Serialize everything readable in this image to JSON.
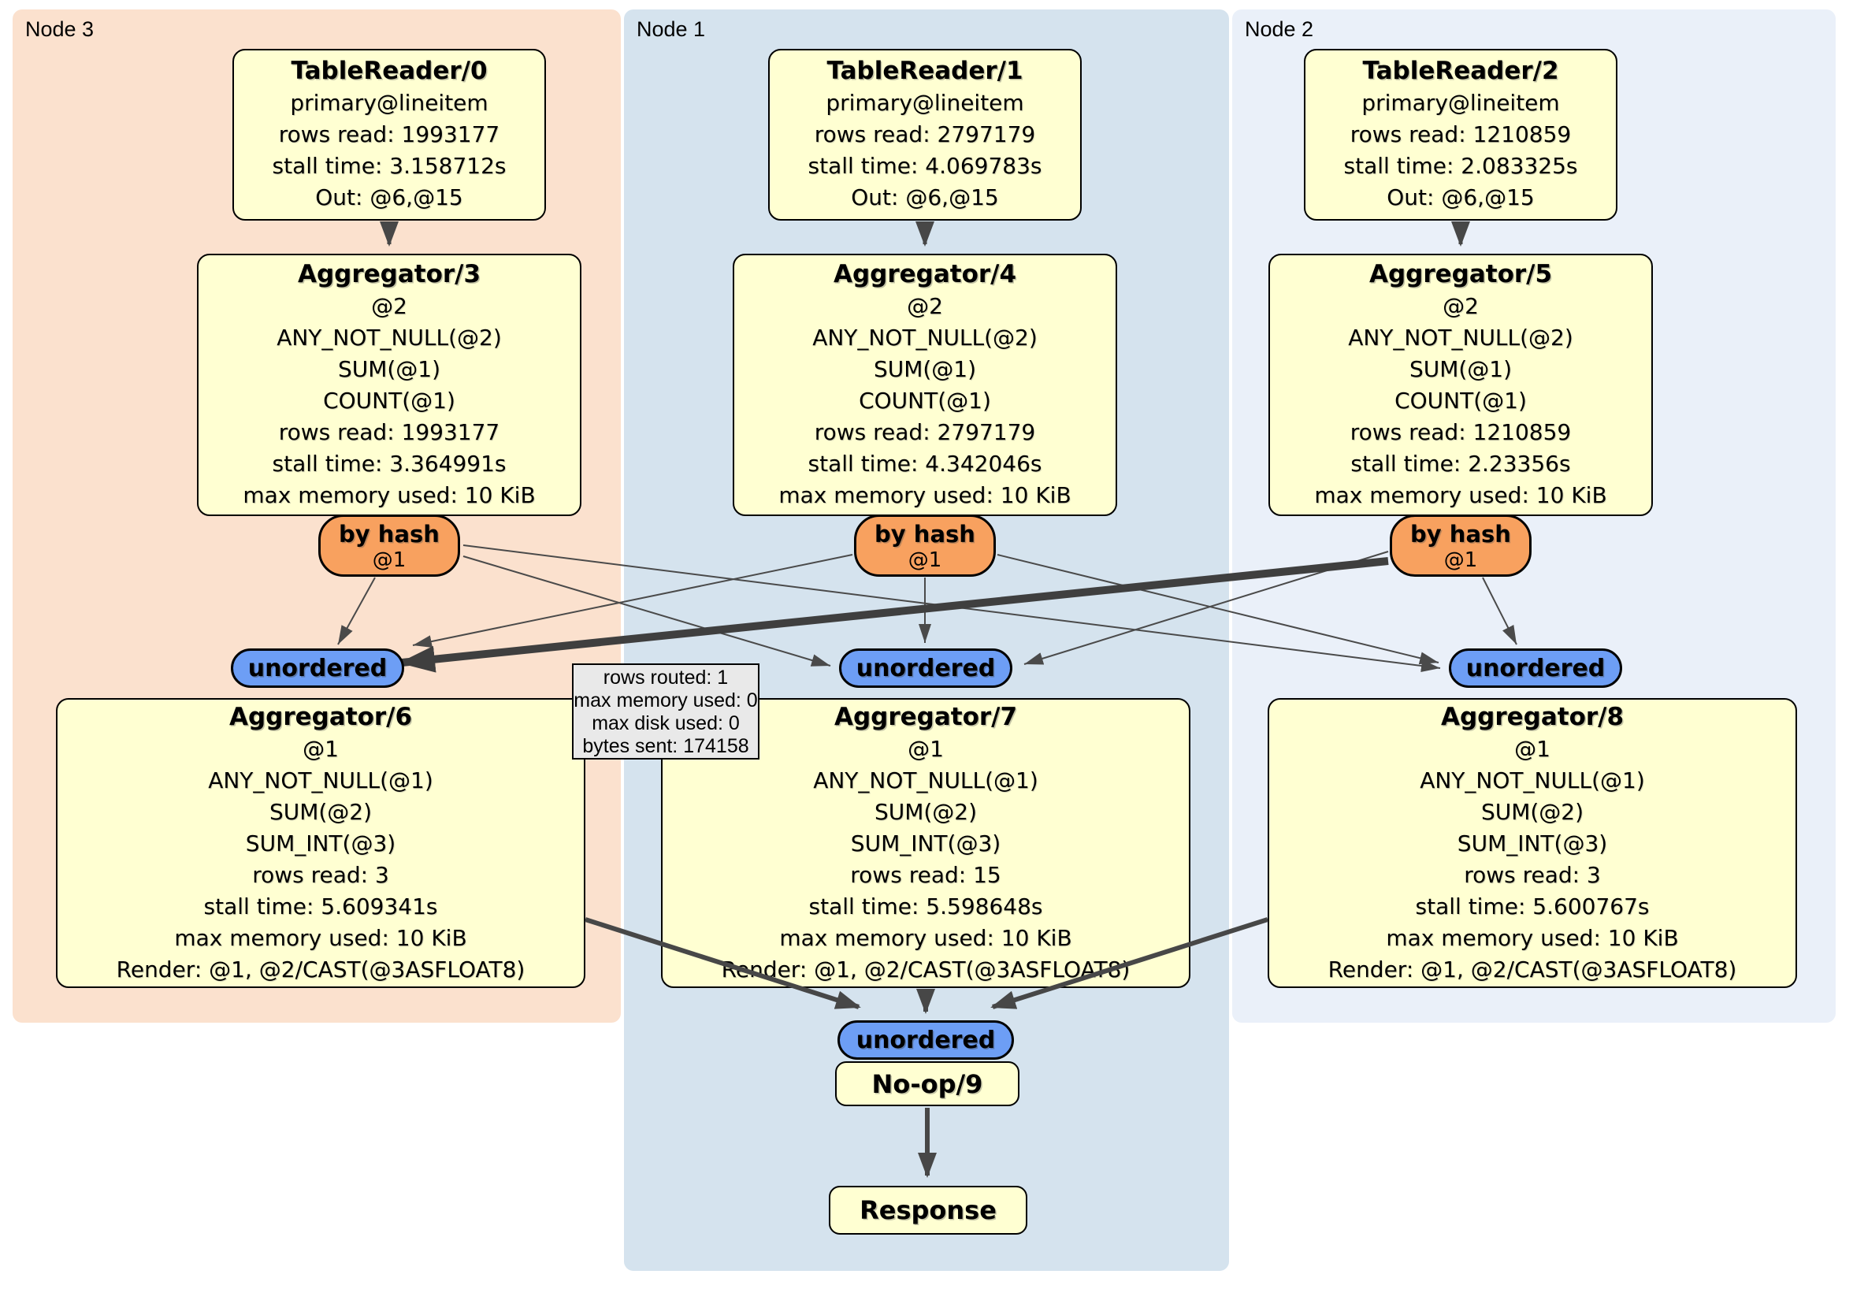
{
  "regions": [
    {
      "label": "Node 3"
    },
    {
      "label": "Node 1"
    },
    {
      "label": "Node 2"
    }
  ],
  "nodes": {
    "tr0": {
      "title": "TableReader/0",
      "lines": [
        "primary@lineitem",
        "rows read: 1993177",
        "stall time: 3.158712s",
        "Out: @6,@15"
      ]
    },
    "tr1": {
      "title": "TableReader/1",
      "lines": [
        "primary@lineitem",
        "rows read: 2797179",
        "stall time: 4.069783s",
        "Out: @6,@15"
      ]
    },
    "tr2": {
      "title": "TableReader/2",
      "lines": [
        "primary@lineitem",
        "rows read: 1210859",
        "stall time: 2.083325s",
        "Out: @6,@15"
      ]
    },
    "agg3": {
      "title": "Aggregator/3",
      "lines": [
        "@2",
        "ANY_NOT_NULL(@2)",
        "SUM(@1)",
        "COUNT(@1)",
        "rows read: 1993177",
        "stall time: 3.364991s",
        "max memory used: 10 KiB"
      ]
    },
    "agg4": {
      "title": "Aggregator/4",
      "lines": [
        "@2",
        "ANY_NOT_NULL(@2)",
        "SUM(@1)",
        "COUNT(@1)",
        "rows read: 2797179",
        "stall time: 4.342046s",
        "max memory used: 10 KiB"
      ]
    },
    "agg5": {
      "title": "Aggregator/5",
      "lines": [
        "@2",
        "ANY_NOT_NULL(@2)",
        "SUM(@1)",
        "COUNT(@1)",
        "rows read: 1210859",
        "stall time: 2.23356s",
        "max memory used: 10 KiB"
      ]
    },
    "agg6": {
      "title": "Aggregator/6",
      "lines": [
        "@1",
        "ANY_NOT_NULL(@1)",
        "SUM(@2)",
        "SUM_INT(@3)",
        "rows read: 3",
        "stall time: 5.609341s",
        "max memory used: 10 KiB",
        "Render: @1, @2/CAST(@3ASFLOAT8)"
      ]
    },
    "agg7": {
      "title": "Aggregator/7",
      "lines": [
        "@1",
        "ANY_NOT_NULL(@1)",
        "SUM(@2)",
        "SUM_INT(@3)",
        "rows read: 15",
        "stall time: 5.598648s",
        "max memory used: 10 KiB",
        "Render: @1, @2/CAST(@3ASFLOAT8)"
      ]
    },
    "agg8": {
      "title": "Aggregator/8",
      "lines": [
        "@1",
        "ANY_NOT_NULL(@1)",
        "SUM(@2)",
        "SUM_INT(@3)",
        "rows read: 3",
        "stall time: 5.600767s",
        "max memory used: 10 KiB",
        "Render: @1, @2/CAST(@3ASFLOAT8)"
      ]
    },
    "noop": {
      "title": "No-op/9"
    },
    "response": {
      "title": "Response"
    }
  },
  "routers": {
    "r3": {
      "label": "by hash",
      "sub": "@1"
    },
    "r1": {
      "label": "by hash",
      "sub": "@1"
    },
    "r2": {
      "label": "by hash",
      "sub": "@1"
    }
  },
  "syncs": {
    "s3": {
      "label": "unordered"
    },
    "s1": {
      "label": "unordered"
    },
    "s2": {
      "label": "unordered"
    },
    "sbottom": {
      "label": "unordered"
    }
  },
  "tooltip": {
    "lines": [
      "rows routed: 1",
      "max memory used: 0",
      "max disk used: 0",
      "bytes sent: 174158"
    ]
  },
  "colors": {
    "node3_bg": "#fbe1ce",
    "node1_bg": "#d5e3ee",
    "node2_bg": "#eaf0f9",
    "box_fill": "#ffffd2",
    "box_border": "#000000",
    "router_fill": "#f8a15f",
    "sync_fill": "#6d9ef5",
    "tooltip_fill": "#e9e9e9",
    "edge": "#4a4a4a"
  }
}
